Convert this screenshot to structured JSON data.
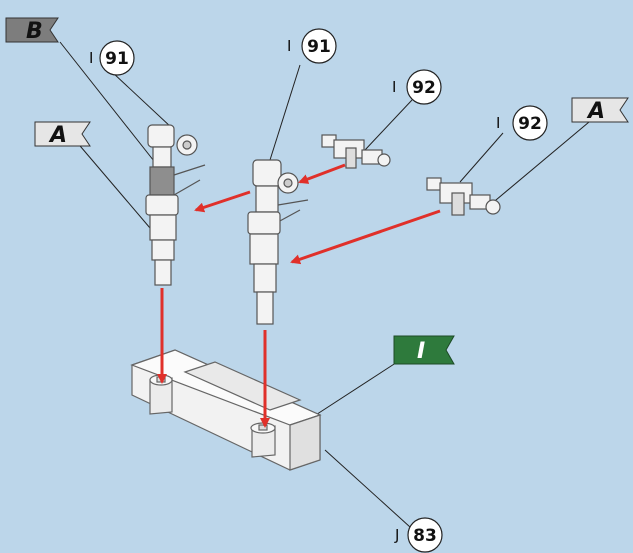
{
  "flags": {
    "b_top": "B",
    "a_left": "A",
    "a_right": "A",
    "assembly": "I"
  },
  "callouts": {
    "left_prefix": "I",
    "left_num": "91",
    "mid_prefix": "I",
    "mid_num": "91",
    "small_prefix": "I",
    "small_num": "92",
    "right_prefix": "I",
    "right_num": "92",
    "base_prefix": "J",
    "base_num": "83"
  },
  "colors": {
    "background": "#bcd6ea",
    "arrow": "#e0302a",
    "assembly_flag": "#2e7a3c",
    "b_flag": "#7d7d7d",
    "a_flag": "#e6e6e6"
  }
}
